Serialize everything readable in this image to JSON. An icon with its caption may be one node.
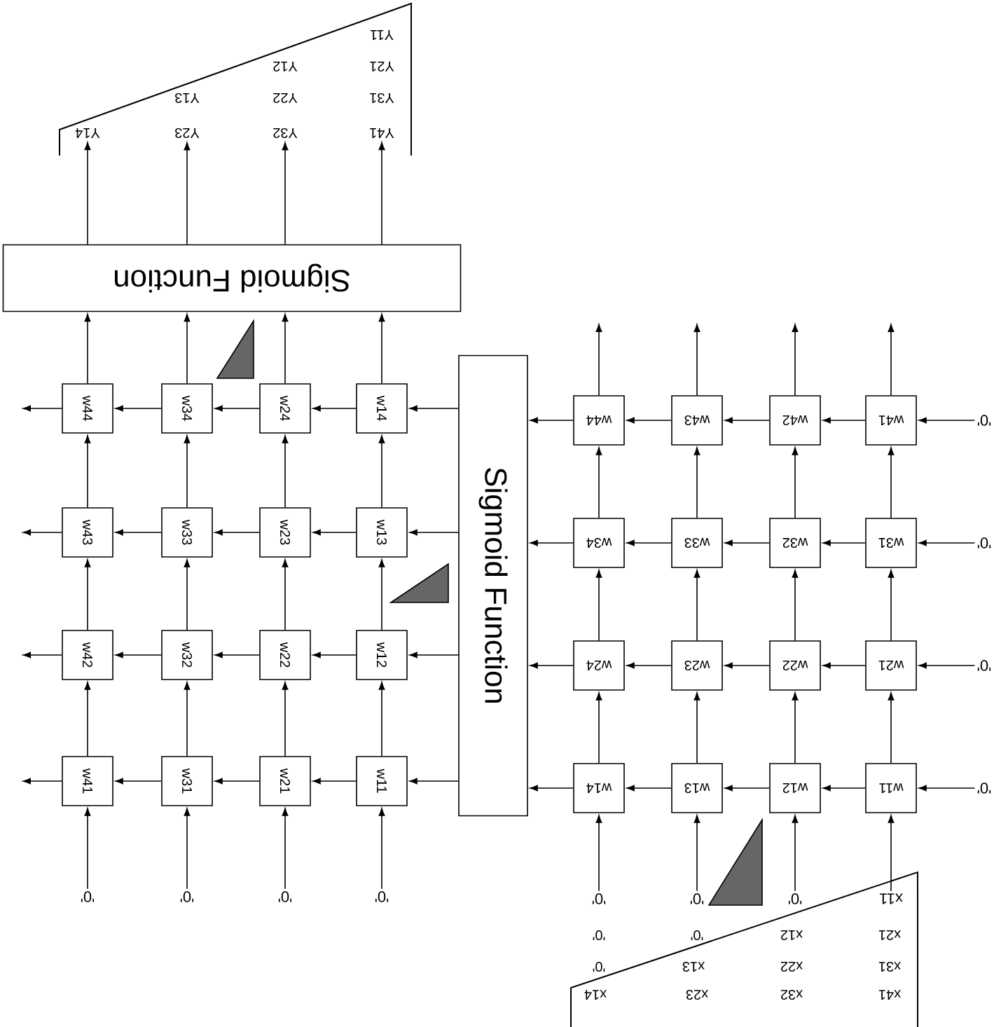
{
  "diagram": {
    "nodes": [
      {
        "text": [
          "Y14"
        ]
      },
      {
        "text": [
          "Y23"
        ]
      },
      {
        "text": [
          "Y32"
        ]
      },
      {
        "text": [
          "Y41"
        ]
      },
      {
        "text": [
          "Sigmoid Function"
        ]
      },
      {
        "text": [
          "w44"
        ]
      },
      {
        "text": [
          "w34"
        ]
      },
      {
        "text": [
          "w24"
        ]
      },
      {
        "text": [
          "w14"
        ]
      },
      {
        "text": [
          "w43"
        ]
      },
      {
        "text": [
          "w33"
        ]
      },
      {
        "text": [
          "w23"
        ]
      },
      {
        "text": [
          "w13"
        ]
      },
      {
        "text": [
          "w42"
        ]
      },
      {
        "text": [
          "w32"
        ]
      },
      {
        "text": [
          "w22"
        ]
      },
      {
        "text": [
          "w12"
        ]
      },
      {
        "text": [
          "w41"
        ]
      },
      {
        "text": [
          "w31"
        ]
      },
      {
        "text": [
          "w21"
        ]
      },
      {
        "text": [
          "w11"
        ]
      },
      {
        "text": [
          "Sigmoid Function"
        ]
      },
      {
        "text": [
          "w44"
        ]
      },
      {
        "text": [
          "w43"
        ]
      },
      {
        "text": [
          "w42"
        ]
      },
      {
        "text": [
          "w41"
        ]
      },
      {
        "text": [
          "w34"
        ]
      },
      {
        "text": [
          "w33"
        ]
      },
      {
        "text": [
          "w32"
        ]
      },
      {
        "text": [
          "w31"
        ]
      },
      {
        "text": [
          "w24"
        ]
      },
      {
        "text": [
          "w23"
        ]
      },
      {
        "text": [
          "w22"
        ]
      },
      {
        "text": [
          "w21"
        ]
      },
      {
        "text": [
          "w14"
        ]
      },
      {
        "text": [
          "w13"
        ]
      },
      {
        "text": [
          "w12"
        ]
      },
      {
        "text": [
          "w11"
        ]
      },
      {
        "text": [
          "'0'"
        ]
      },
      {
        "text": [
          "'0'"
        ]
      },
      {
        "text": [
          "'0'"
        ]
      },
      {
        "text": [
          "'0'"
        ]
      },
      {
        "text": [
          "'0'"
        ]
      },
      {
        "text": [
          "'0'"
        ]
      },
      {
        "text": [
          "'0'"
        ]
      },
      {
        "text": [
          "'0'"
        ]
      },
      {
        "text": [
          "'0'"
        ]
      },
      {
        "text": [
          "'0'"
        ]
      },
      {
        "text": [
          "'0'"
        ]
      },
      {
        "text": [
          "x11"
        ]
      },
      {
        "text": [],
        "shape": "triangle"
      },
      {
        "text": [],
        "shape": "triangle"
      },
      {
        "text": [],
        "shape": "triangle"
      }
    ],
    "edges": [
      {
        "from": 42,
        "to": 17,
        "arrow": "to"
      },
      {
        "from": 17,
        "to": 13,
        "arrow": "to"
      },
      {
        "from": 13,
        "to": 9,
        "arrow": "to"
      },
      {
        "from": 9,
        "to": 5,
        "arrow": "to"
      },
      {
        "from": 5,
        "to": 4,
        "arrow": "to"
      },
      {
        "from": 4,
        "to": 0,
        "arrow": "to"
      },
      {
        "from": 43,
        "to": 18,
        "arrow": "to"
      },
      {
        "from": 18,
        "to": 14,
        "arrow": "to"
      },
      {
        "from": 14,
        "to": 10,
        "arrow": "to"
      },
      {
        "from": 10,
        "to": 6,
        "arrow": "to"
      },
      {
        "from": 6,
        "to": 4,
        "arrow": "to"
      },
      {
        "from": 4,
        "to": 1,
        "arrow": "to"
      },
      {
        "from": 44,
        "to": 19,
        "arrow": "to"
      },
      {
        "from": 19,
        "to": 15,
        "arrow": "to"
      },
      {
        "from": 15,
        "to": 11,
        "arrow": "to"
      },
      {
        "from": 11,
        "to": 7,
        "arrow": "to"
      },
      {
        "from": 7,
        "to": 4,
        "arrow": "to"
      },
      {
        "from": 4,
        "to": 2,
        "arrow": "to"
      },
      {
        "from": 45,
        "to": 20,
        "arrow": "to"
      },
      {
        "from": 20,
        "to": 16,
        "arrow": "to"
      },
      {
        "from": 16,
        "to": 12,
        "arrow": "to"
      },
      {
        "from": 12,
        "to": 8,
        "arrow": "to"
      },
      {
        "from": 8,
        "to": 4,
        "arrow": "to"
      },
      {
        "from": 4,
        "to": 3,
        "arrow": "to"
      },
      {
        "from": 21,
        "to": 8,
        "arrow": "to"
      },
      {
        "from": 8,
        "to": 7,
        "arrow": "to"
      },
      {
        "from": 7,
        "to": 6,
        "arrow": "to"
      },
      {
        "from": 6,
        "to": 5,
        "arrow": "to"
      },
      {
        "from": 5,
        "to": null,
        "arrow": "to"
      },
      {
        "from": 21,
        "to": 12,
        "arrow": "to"
      },
      {
        "from": 12,
        "to": 11,
        "arrow": "to"
      },
      {
        "from": 11,
        "to": 10,
        "arrow": "to"
      },
      {
        "from": 10,
        "to": 9,
        "arrow": "to"
      },
      {
        "from": 9,
        "to": null,
        "arrow": "to"
      },
      {
        "from": 21,
        "to": 16,
        "arrow": "to"
      },
      {
        "from": 16,
        "to": 15,
        "arrow": "to"
      },
      {
        "from": 15,
        "to": 14,
        "arrow": "to"
      },
      {
        "from": 14,
        "to": 13,
        "arrow": "to"
      },
      {
        "from": 13,
        "to": null,
        "arrow": "to"
      },
      {
        "from": 21,
        "to": 20,
        "arrow": "to"
      },
      {
        "from": 20,
        "to": 19,
        "arrow": "to"
      },
      {
        "from": 19,
        "to": 18,
        "arrow": "to"
      },
      {
        "from": 18,
        "to": 17,
        "arrow": "to"
      },
      {
        "from": 17,
        "to": null,
        "arrow": "to"
      },
      {
        "from": 46,
        "to": 34,
        "arrow": "to"
      },
      {
        "from": 34,
        "to": 30,
        "arrow": "to"
      },
      {
        "from": 30,
        "to": 26,
        "arrow": "to"
      },
      {
        "from": 26,
        "to": 22,
        "arrow": "to"
      },
      {
        "from": 22,
        "to": null,
        "arrow": "to"
      },
      {
        "from": 47,
        "to": 35,
        "arrow": "to"
      },
      {
        "from": 35,
        "to": 31,
        "arrow": "to"
      },
      {
        "from": 31,
        "to": 27,
        "arrow": "to"
      },
      {
        "from": 27,
        "to": 23,
        "arrow": "to"
      },
      {
        "from": 23,
        "to": null,
        "arrow": "to"
      },
      {
        "from": 48,
        "to": 36,
        "arrow": "to"
      },
      {
        "from": 36,
        "to": 32,
        "arrow": "to"
      },
      {
        "from": 32,
        "to": 28,
        "arrow": "to"
      },
      {
        "from": 28,
        "to": 24,
        "arrow": "to"
      },
      {
        "from": 24,
        "to": null,
        "arrow": "to"
      },
      {
        "from": 49,
        "to": 37,
        "arrow": "to"
      },
      {
        "from": 37,
        "to": 33,
        "arrow": "to"
      },
      {
        "from": 33,
        "to": 29,
        "arrow": "to"
      },
      {
        "from": 29,
        "to": 25,
        "arrow": "to"
      },
      {
        "from": 25,
        "to": null,
        "arrow": "to"
      },
      {
        "from": 38,
        "to": 25,
        "arrow": "to"
      },
      {
        "from": 25,
        "to": 24,
        "arrow": "to"
      },
      {
        "from": 24,
        "to": 23,
        "arrow": "to"
      },
      {
        "from": 23,
        "to": 22,
        "arrow": "to"
      },
      {
        "from": 22,
        "to": 21,
        "arrow": "to"
      },
      {
        "from": 39,
        "to": 29,
        "arrow": "to"
      },
      {
        "from": 29,
        "to": 28,
        "arrow": "to"
      },
      {
        "from": 28,
        "to": 27,
        "arrow": "to"
      },
      {
        "from": 27,
        "to": 26,
        "arrow": "to"
      },
      {
        "from": 26,
        "to": 21,
        "arrow": "to"
      },
      {
        "from": 40,
        "to": 33,
        "arrow": "to"
      },
      {
        "from": 33,
        "to": 32,
        "arrow": "to"
      },
      {
        "from": 32,
        "to": 31,
        "arrow": "to"
      },
      {
        "from": 31,
        "to": 30,
        "arrow": "to"
      },
      {
        "from": 30,
        "to": 21,
        "arrow": "to"
      },
      {
        "from": 41,
        "to": 37,
        "arrow": "to"
      },
      {
        "from": 37,
        "to": 36,
        "arrow": "to"
      },
      {
        "from": 36,
        "to": 35,
        "arrow": "to"
      },
      {
        "from": 35,
        "to": 34,
        "arrow": "to"
      },
      {
        "from": 34,
        "to": 21,
        "arrow": "to"
      }
    ],
    "labels": [
      "Y11",
      "Y12",
      "Y21",
      "Y13",
      "Y22",
      "Y31",
      "'0'",
      "'0'",
      "x12",
      "x21",
      "'0'",
      "x13",
      "x22",
      "x31",
      "x14",
      "x23",
      "x32",
      "x41"
    ]
  }
}
